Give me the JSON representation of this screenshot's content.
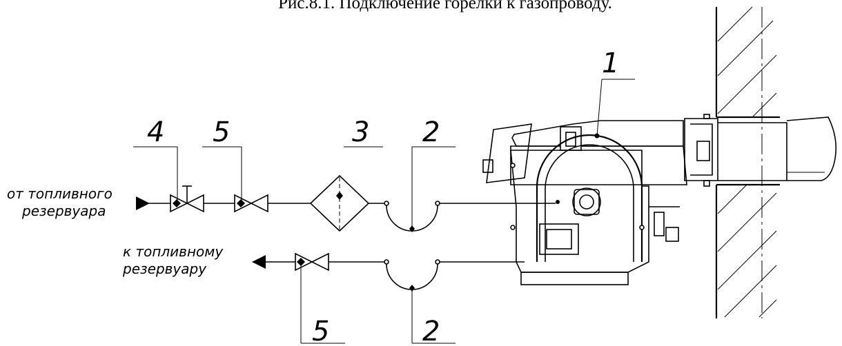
{
  "caption": "Рис.8.1. Подключение горелки к газопроводу.",
  "callouts": {
    "burner": "1",
    "hose_supply": "2",
    "hose_return": "2",
    "filter": "3",
    "valve": "4",
    "valve_supply": "5",
    "valve_return": "5"
  },
  "labels": {
    "from_tank_line1": "от топливного",
    "from_tank_line2": "резервуара",
    "to_tank_line1": "к топливному",
    "to_tank_line2": "резервуару"
  }
}
